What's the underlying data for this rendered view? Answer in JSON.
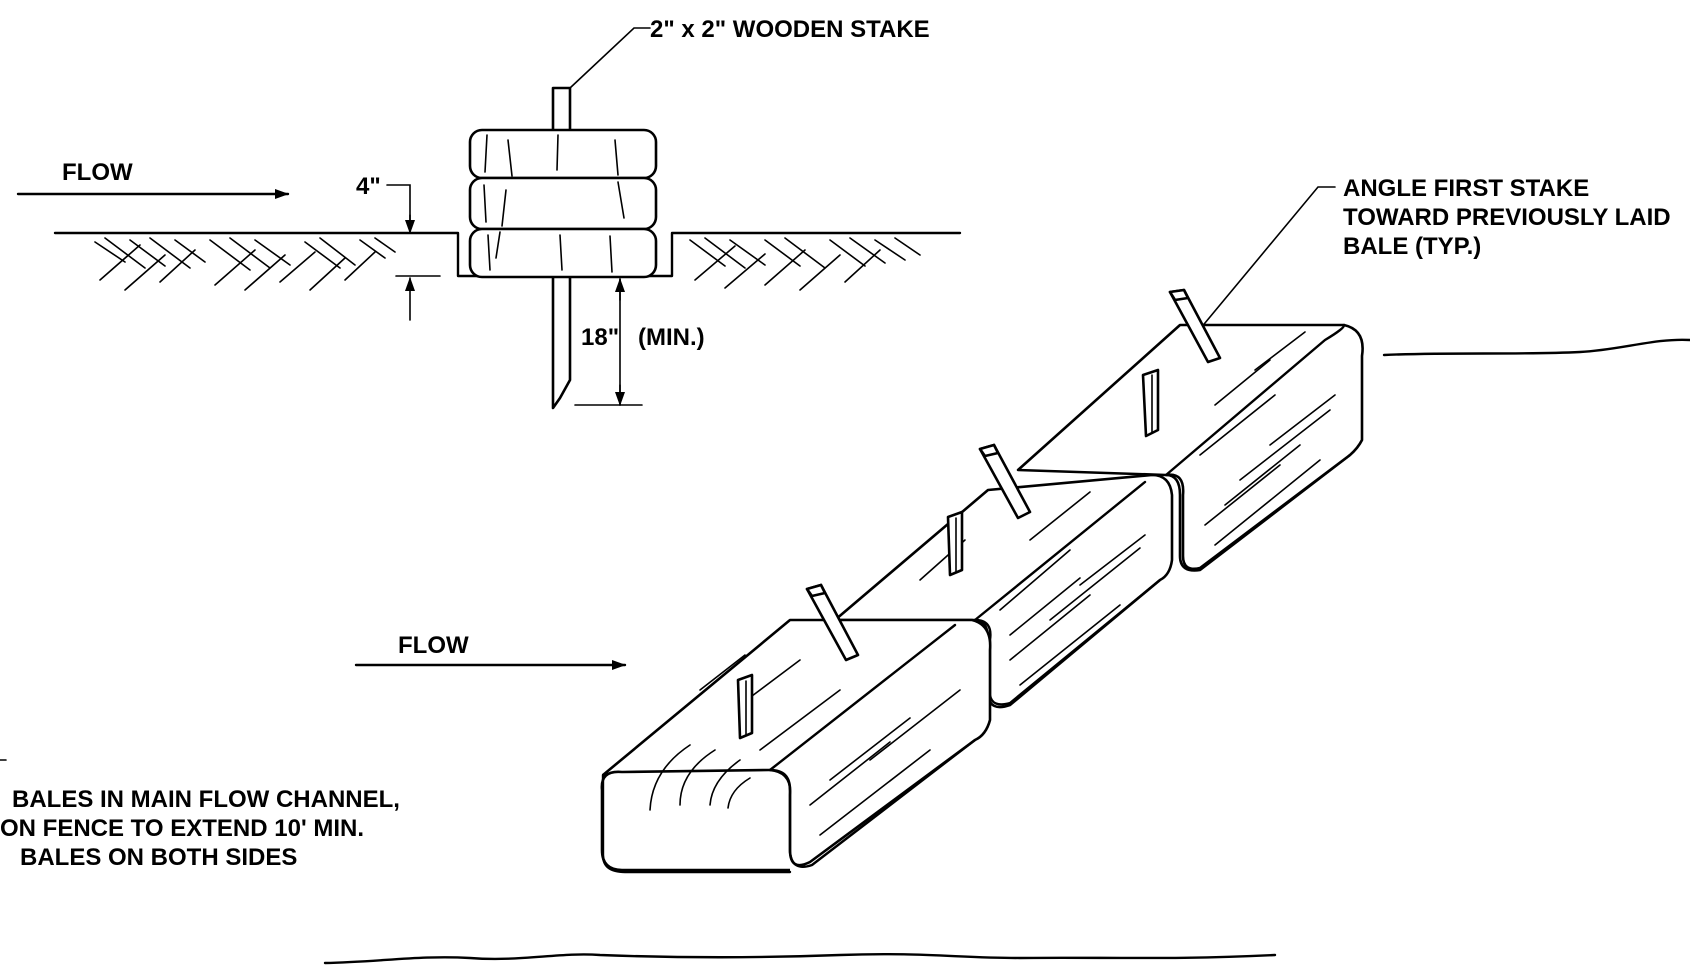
{
  "labels": {
    "stake": "2\" x 2\" WOODEN STAKE",
    "flow_top": "FLOW",
    "dim_4": "4\"",
    "dim_18": "18\"",
    "dim_min": "(MIN.)",
    "angle_line1": "ANGLE FIRST STAKE",
    "angle_line2": "TOWARD PREVIOUSLY LAID",
    "angle_line3": "BALE (TYP.)",
    "flow_bottom": "FLOW",
    "note_line1": "BALES IN MAIN FLOW CHANNEL,",
    "note_line2": "ON FENCE TO EXTEND 10' MIN.",
    "note_line3": "BALES ON BOTH SIDES"
  }
}
